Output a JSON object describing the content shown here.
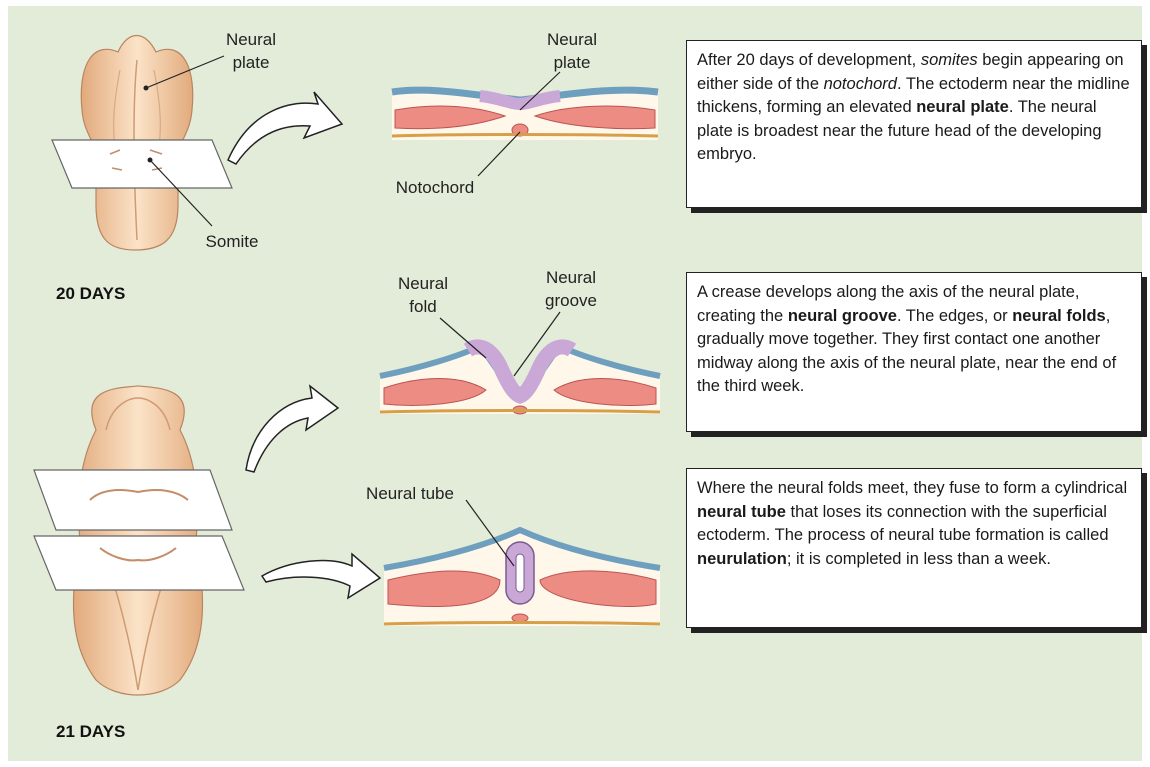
{
  "stage1": {
    "day_label": "20 DAYS",
    "embryo_labels": {
      "neural_plate_line1": "Neural",
      "neural_plate_line2": "plate",
      "somite": "Somite"
    },
    "section_labels": {
      "neural_plate_line1": "Neural",
      "neural_plate_line2": "plate",
      "notochord": "Notochord"
    },
    "description": [
      {
        "t": "After 20 days of development, "
      },
      {
        "t": "somites",
        "s": "i"
      },
      {
        "t": " begin appearing on either side of the "
      },
      {
        "t": "notochord",
        "s": "i"
      },
      {
        "t": ". The ectoderm near the midline thickens, forming an elevated "
      },
      {
        "t": "neural plate",
        "s": "b"
      },
      {
        "t": ". The neural plate is broadest near the future head of the developing embryo."
      }
    ]
  },
  "stage2": {
    "section_labels": {
      "neural_fold_line1": "Neural",
      "neural_fold_line2": "fold",
      "neural_groove_line1": "Neural",
      "neural_groove_line2": "groove"
    },
    "description": [
      {
        "t": "A crease develops along the axis of the neural plate, creating the "
      },
      {
        "t": "neural groove",
        "s": "b"
      },
      {
        "t": ". The edges, or "
      },
      {
        "t": "neural folds",
        "s": "b"
      },
      {
        "t": ", gradually move together. They first contact one another midway along the axis of the neural plate, near the end of the third week."
      }
    ]
  },
  "stage3": {
    "day_label": "21 DAYS",
    "section_labels": {
      "neural_tube": "Neural tube"
    },
    "description": [
      {
        "t": "Where the neural folds meet, they fuse to form a cylindrical "
      },
      {
        "t": "neural tube",
        "s": "b"
      },
      {
        "t": " that loses its connection with the superficial ectoderm. The process of neural tube formation is called "
      },
      {
        "t": "neurulation",
        "s": "b"
      },
      {
        "t": "; it is completed in less than a week."
      }
    ]
  },
  "colors": {
    "background": "#e3ecd9",
    "neural_tissue": "#c9a8d8",
    "somite_mesoderm": "#ec8c82",
    "ectoderm": "#a9cde3",
    "embryo": "#f0cda8"
  }
}
